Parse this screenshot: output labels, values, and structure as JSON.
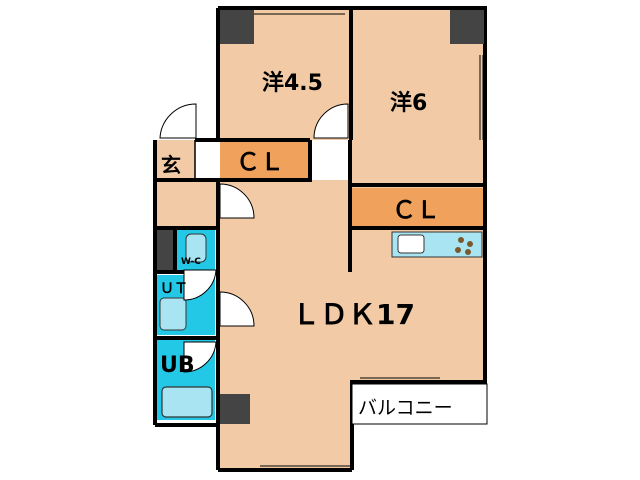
{
  "colors": {
    "room_fill": "#f2cba6",
    "closet_fill": "#f0a15b",
    "water_fill": "#23c8e6",
    "fixture_fill": "#a8e4f2",
    "wall": "#000000",
    "column": "#444444",
    "background": "#ffffff"
  },
  "rooms": {
    "western_small": "洋4.5",
    "western_large": "洋6",
    "closet_left": "ＣＬ",
    "closet_right": "ＣＬ",
    "entrance": "玄",
    "toilet": "W-C",
    "utility": "ＵＴ",
    "bath": "UB",
    "ldk": "ＬＤＫ17",
    "balcony": "バルコニー"
  }
}
